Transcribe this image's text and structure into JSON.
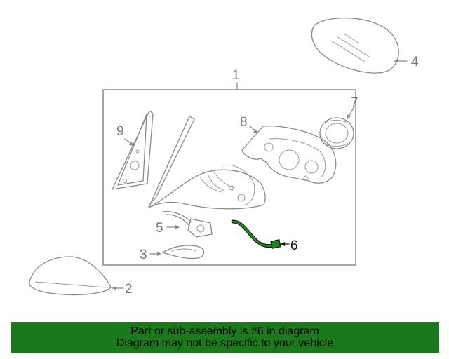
{
  "banner": {
    "line1": "Part or sub-assembly is #6 in diagram",
    "line2": "Diagram may not be specific to your vehicle",
    "color": "#1a7a1a"
  },
  "callouts": {
    "c1": "1",
    "c2": "2",
    "c3": "3",
    "c4": "4",
    "c5": "5",
    "c6": "6",
    "c7": "7",
    "c8": "8",
    "c9": "9"
  },
  "highlight": {
    "part": "6",
    "color": "#1a8a1a"
  }
}
